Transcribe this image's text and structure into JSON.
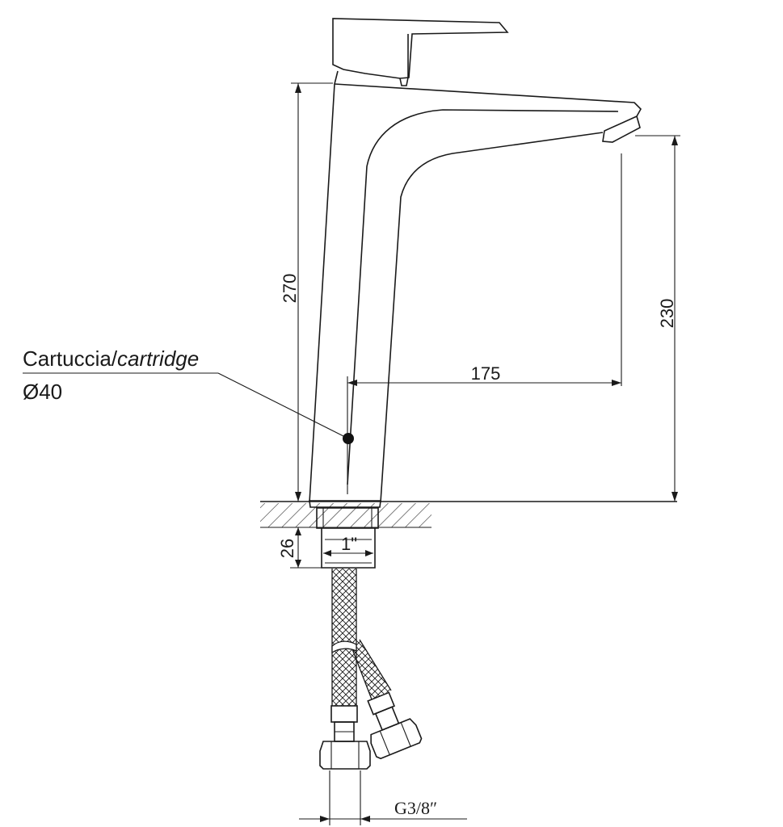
{
  "dimensions": {
    "total_height": "270",
    "spout_height": "230",
    "spout_reach": "175",
    "thread_length": "26",
    "thread_size": "1\"",
    "hose_connection": "G3/8″"
  },
  "cartridge_note": {
    "label_regular": "Cartuccia/",
    "label_italic": "cartridge",
    "diameter": "Ø40"
  }
}
